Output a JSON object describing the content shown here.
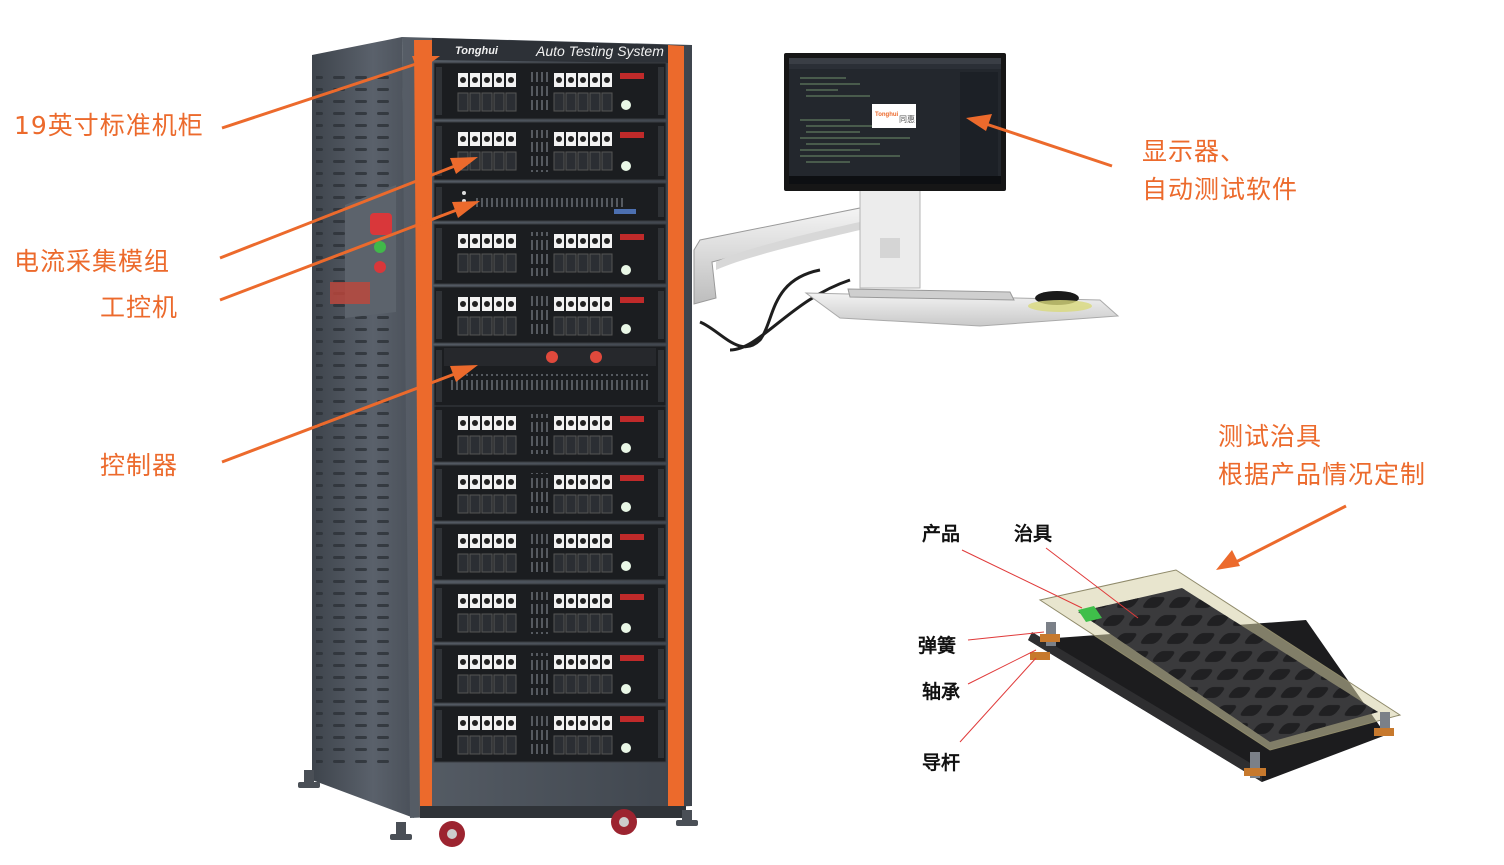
{
  "cabinet": {
    "brand": "Tonghui",
    "title": "Auto Testing System"
  },
  "monitor": {
    "splash_logo": "Tonghui",
    "splash_text": "同惠"
  },
  "callouts": {
    "cabinet_19": "19英寸标准机柜",
    "current_module": "电流采集模组",
    "ipc": "工控机",
    "controller": "控制器",
    "monitor_line1": "显示器、",
    "monitor_line2": "自动测试软件",
    "fixture_line1": "测试治具",
    "fixture_line2": "根据产品情况定制"
  },
  "fixture_parts": {
    "product": "产品",
    "fixture": "治具",
    "spring": "弹簧",
    "bearing": "轴承",
    "guide_rod": "导杆"
  },
  "colors": {
    "accent": "#ec6a2c",
    "leader_red": "#e03a3a",
    "cabinet": "#4a5059",
    "unit": "#1b1d20"
  }
}
